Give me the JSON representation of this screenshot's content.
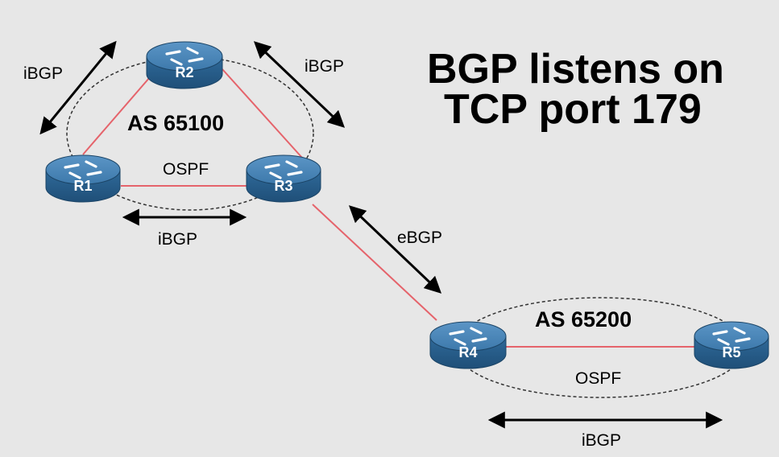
{
  "headline": {
    "line1": "BGP listens on",
    "line2": "TCP port 179"
  },
  "as_groups": [
    {
      "id": "as1",
      "name": "AS 65100",
      "igp": "OSPF"
    },
    {
      "id": "as2",
      "name": "AS 65200",
      "igp": "OSPF"
    }
  ],
  "routers": [
    {
      "id": "r1",
      "name": "R1",
      "as": "as1"
    },
    {
      "id": "r2",
      "name": "R2",
      "as": "as1"
    },
    {
      "id": "r3",
      "name": "R3",
      "as": "as1"
    },
    {
      "id": "r4",
      "name": "R4",
      "as": "as2"
    },
    {
      "id": "r5",
      "name": "R5",
      "as": "as2"
    }
  ],
  "links": [
    {
      "from": "r1",
      "to": "r2"
    },
    {
      "from": "r2",
      "to": "r3"
    },
    {
      "from": "r1",
      "to": "r3"
    },
    {
      "from": "r3",
      "to": "r4"
    },
    {
      "from": "r4",
      "to": "r5"
    }
  ],
  "sessions": [
    {
      "id": "r1-r2",
      "label": "iBGP"
    },
    {
      "id": "r2-r3",
      "label": "iBGP"
    },
    {
      "id": "r1-r3",
      "label": "iBGP"
    },
    {
      "id": "r3-r4",
      "label": "eBGP"
    },
    {
      "id": "r4-r5",
      "label": "iBGP"
    }
  ],
  "colors": {
    "background": "#e7e7e7",
    "router_body": "#2f6a9a",
    "router_top": "#4d87b8",
    "link": "#e5636b",
    "as_boundary": "#333333",
    "arrow": "#000000"
  },
  "icons": {
    "router": "router-icon",
    "arrow": "double-arrow-icon"
  }
}
